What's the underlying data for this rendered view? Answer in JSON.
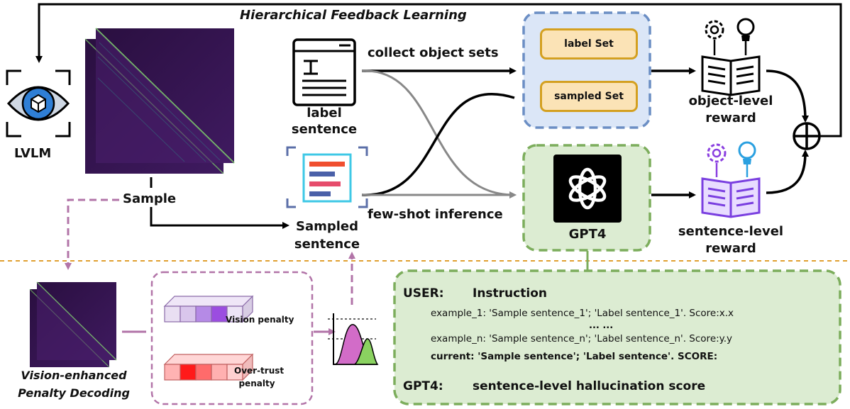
{
  "diagram": {
    "title": "Hierarchical Feedback Learning",
    "lvlm_label": "LVLM",
    "sample_label": "Sample",
    "label_sentence": [
      "label",
      "sentence"
    ],
    "sampled_sentence": [
      "Sampled",
      "sentence"
    ],
    "collect_object_sets": "collect object sets",
    "few_shot_inference": "few-shot inference",
    "label_set": "label Set",
    "sampled_set": "sampled Set",
    "object_level_reward": [
      "object-level",
      "reward"
    ],
    "sentence_level_reward": [
      "sentence-level",
      "reward"
    ],
    "gpt4_label": "GPT4",
    "vision_penalty": "Vision penalty",
    "over_trust_penalty": [
      "Over-trust",
      "penalty"
    ],
    "vepd_label": [
      "Vision-enhanced",
      "Penalty Decoding"
    ],
    "prompt": {
      "user_tag": "USER:",
      "instruction": "Instruction",
      "example_1": "example_1: 'Sample sentence_1'; 'Label sentence_1'. Score:x.x",
      "ellipsis": "...  ...",
      "example_n": "example_n: 'Sample sentence_n'; 'Label sentence_n'. Score:y.y",
      "current": "current: 'Sample sentence'; 'Label sentence'. SCORE:",
      "gpt4_tag": "GPT4:",
      "gpt4_answer": "sentence-level hallucination score"
    }
  },
  "colors": {
    "attention_bg": "#3b1656",
    "diagonal": "#7fd86a",
    "set_fill": "#fbe3b6",
    "set_border": "#d4a020",
    "blue_panel": "#dbe6f7",
    "blue_border": "#6b8ec4",
    "green_panel": "#dcecd2",
    "green_border": "#7cad5c",
    "purple_dash": "#b274a8",
    "orange_dash": "#e0a030",
    "vision_purple": "#9b4de0",
    "overtrust_red": "#ff1a1a",
    "lvlm_blue": "#2f7fd6"
  },
  "icons": [
    "eye-icon",
    "cube-icon",
    "document-icon",
    "sentence-list-icon",
    "gear-icon",
    "lightbulb-icon",
    "open-book-icon",
    "openai-logo-icon",
    "plus-circle-icon",
    "distribution-plot-icon"
  ]
}
